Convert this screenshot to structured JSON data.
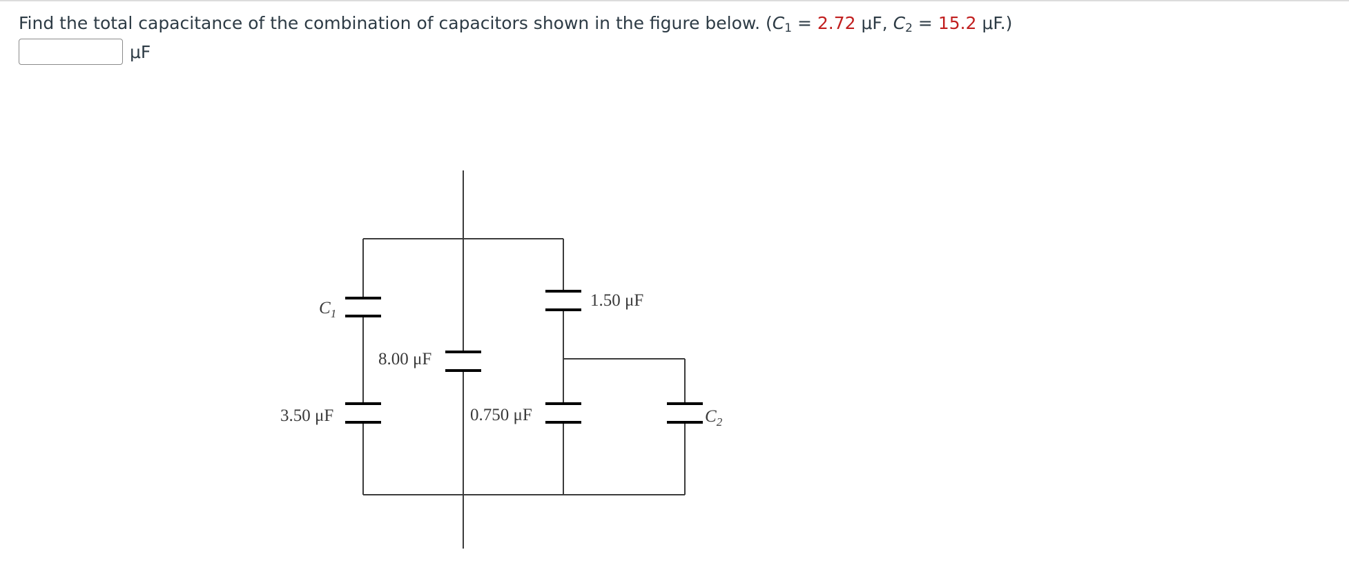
{
  "question": {
    "prefix": "Find the total capacitance of the combination of capacitors shown in the figure below.  (",
    "c1_symbol": "C",
    "c1_sub": "1",
    "eq1": " = ",
    "c1_value": "2.72",
    "c1_unit": " μF,   ",
    "c2_symbol": "C",
    "c2_sub": "2",
    "eq2": " = ",
    "c2_value": "15.2",
    "c2_unit": " μF.)"
  },
  "answer": {
    "value": "",
    "unit": "μF"
  },
  "circuit": {
    "labels": {
      "c1": "C",
      "c1_sub": "1",
      "c2": "C",
      "c2_sub": "2",
      "cap_350": "3.50 μF",
      "cap_800": "8.00 μF",
      "cap_0750": "0.750 μF",
      "cap_150": "1.50 μF"
    },
    "colors": {
      "wire": "#3a3a3a",
      "plate": "#000000",
      "value_highlight": "#c11f1f"
    }
  }
}
